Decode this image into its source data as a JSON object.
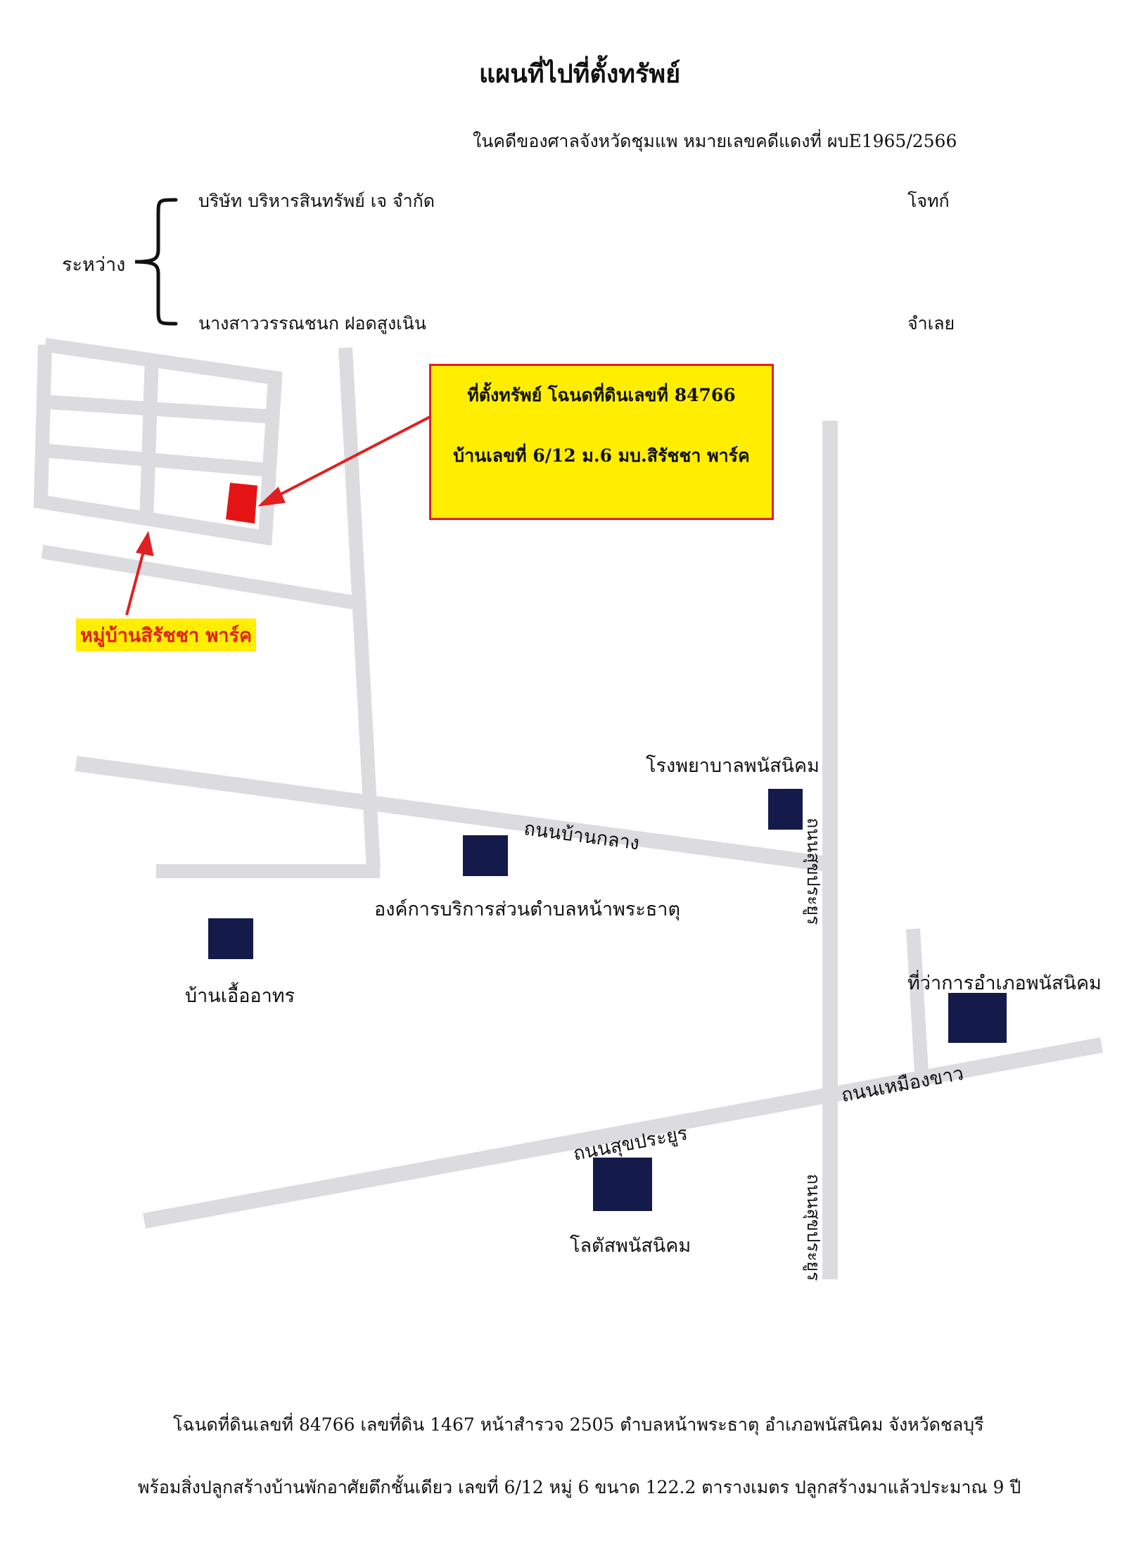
{
  "header": {
    "title": "แผนที่ไปที่ตั้งทรัพย์",
    "case_line": "ในคดีของศาลจังหวัดชุมแพ   หมายเลขคดีแดงที่ ผบE1965/2566"
  },
  "parties": {
    "between_label": "ระหว่าง",
    "plaintiff_name": "บริษัท บริหารสินทรัพย์ เจ จำกัด",
    "plaintiff_role": "โจทก์",
    "defendant_name": "นางสาววรรณชนก ฝอดสูงเนิน",
    "defendant_role": "จำเลย"
  },
  "callout": {
    "line1": "ที่ตั้งทรัพย์ โฉนดที่ดินเลขที่ 84766",
    "line2": "บ้านเลขที่ 6/12 ม.6  มบ.สิรัชชา พาร์ค"
  },
  "village_label": "หมู่บ้านสิรัชชา พาร์ค",
  "roads": {
    "ban_klang": "ถนนบ้านกลาง",
    "suk_prayoon_upper": "ถนนสุขประยูร",
    "suk_prayoon_lower": "ถนนสุขประยูร",
    "muang_khao": "ถนนเหมืองขาว",
    "suk_prayoon_main": "ถนนสุขประยูร"
  },
  "landmarks": {
    "hospital": "โรงพยาบาลพนัสนิคม",
    "tambon_office": "องค์การบริการส่วนตำบลหน้าพระธาตุ",
    "baan_eua_arthorn": "บ้านเอื้ออาทร",
    "district_office": "ที่ว่าการอำเภอพนัสนิคม",
    "lotus": "โลตัสพนัสนิคม"
  },
  "footer": {
    "line1": "โฉนดที่ดินเลขที่ 84766 เลขที่ดิน 1467 หน้าสำรวจ 2505 ตำบลหน้าพระธาตุ อำเภอพนัสนิคม จังหวัดชลบุรี",
    "line2": "พร้อมสิ่งปลูกสร้างบ้านพักอาศัยตึกชั้นเดียว เลขที่ 6/12 หมู่ 6 ขนาด 122.2 ตารางเมตร ปลูกสร้างมาแล้วประมาณ 9 ปี"
  },
  "colors": {
    "road": "#dcdce0",
    "building": "#141a4a",
    "marker": "#e51414",
    "arrow": "#e02020",
    "highlight": "#ffee00"
  }
}
